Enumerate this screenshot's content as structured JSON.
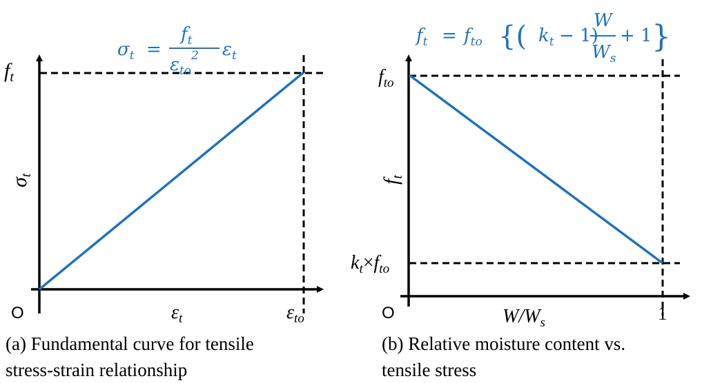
{
  "colors": {
    "line": "#1f72c0",
    "axis": "#000000"
  },
  "left": {
    "formula": {
      "lhs": "σ",
      "lhs_sub": "t",
      "eq": "=",
      "num": "f",
      "num_sub": "t",
      "den": "ε",
      "den_sub": "to",
      "den_sup": "2",
      "rhs": "ε",
      "rhs_sub": "t"
    },
    "y_label": "σ",
    "y_label_sub": "t",
    "y_tick": "f",
    "y_tick_sub": "t",
    "origin": "O",
    "x_label": "ε",
    "x_label_sub": "t",
    "x_tick": "ε",
    "x_tick_sub": "to",
    "caption_line1": "(a) Fundamental curve for tensile",
    "caption_line2": "stress-strain relationship"
  },
  "right": {
    "formula": {
      "lhs": "f",
      "lhs_sub": "t",
      "eq": "=",
      "f": "f",
      "f_sub": "to",
      "open": "{(",
      "k": "k",
      "k_sub": "t",
      "minus": "− 1)",
      "num": "W",
      "den": "W",
      "den_sub": "s",
      "plus": "+ 1",
      "close": "}"
    },
    "y_label": "f",
    "y_label_sub": "t",
    "y_tick_top": "f",
    "y_tick_top_sub": "to",
    "y_tick_bottom_k": "k",
    "y_tick_bottom_k_sub": "t",
    "y_tick_bottom_times": "×",
    "y_tick_bottom_f": "f",
    "y_tick_bottom_f_sub": "to",
    "origin": "O",
    "x_label": "W/W",
    "x_label_sub": "s",
    "x_tick": "1",
    "caption_line1": "(b) Relative moisture content vs.",
    "caption_line2": "tensile stress"
  }
}
